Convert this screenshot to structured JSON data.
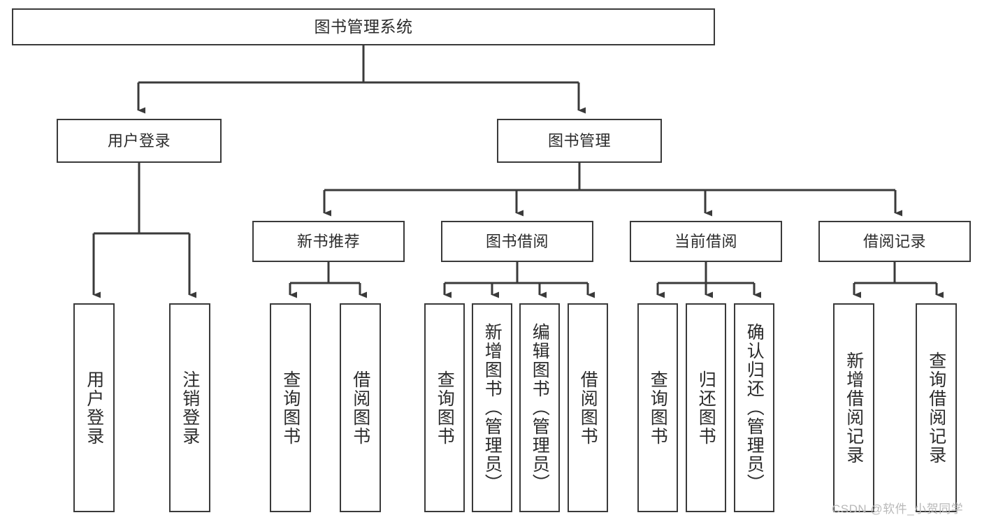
{
  "diagram": {
    "title": "图书管理系统",
    "type": "hierarchy-tree",
    "orientation": "top-down",
    "style": {
      "box_border": "#3a3a3a",
      "box_fill": "#ffffff",
      "connector": "#3a3a3a",
      "text": "#2b2b2b",
      "background": "#ffffff"
    }
  },
  "nodes": {
    "root": {
      "id": "root",
      "label": "图书管理系统",
      "level": 1
    },
    "level2": [
      {
        "id": "user-login",
        "label": "用户登录",
        "level": 2
      },
      {
        "id": "book-manage",
        "label": "图书管理",
        "level": 2
      }
    ],
    "level3": [
      {
        "id": "new-book-recommend",
        "label": "新书推荐",
        "level": 3,
        "parent": "book-manage"
      },
      {
        "id": "book-borrow",
        "label": "图书借阅",
        "level": 3,
        "parent": "book-manage"
      },
      {
        "id": "current-borrow",
        "label": "当前借阅",
        "level": 3,
        "parent": "book-manage"
      },
      {
        "id": "borrow-record",
        "label": "借阅记录",
        "level": 3,
        "parent": "book-manage"
      }
    ],
    "leaves": [
      {
        "id": "leaf-user-login",
        "label": "用户登录",
        "parent": "user-login"
      },
      {
        "id": "leaf-logout-login",
        "label": "注销登录",
        "parent": "user-login"
      },
      {
        "id": "leaf-query-book-1",
        "label": "查询图书",
        "parent": "new-book-recommend"
      },
      {
        "id": "leaf-borrow-book-1",
        "label": "借阅图书",
        "parent": "new-book-recommend"
      },
      {
        "id": "leaf-query-book-2",
        "label": "查询图书",
        "parent": "book-borrow"
      },
      {
        "id": "leaf-add-book-admin",
        "label": "新增图书（管理员）",
        "parent": "book-borrow"
      },
      {
        "id": "leaf-edit-book-admin",
        "label": "编辑图书（管理员）",
        "parent": "book-borrow"
      },
      {
        "id": "leaf-borrow-book-2",
        "label": "借阅图书",
        "parent": "book-borrow"
      },
      {
        "id": "leaf-query-book-3",
        "label": "查询图书",
        "parent": "current-borrow"
      },
      {
        "id": "leaf-return-book",
        "label": "归还图书",
        "parent": "current-borrow"
      },
      {
        "id": "leaf-confirm-return-admin",
        "label": "确认归还（管理员）",
        "parent": "current-borrow"
      },
      {
        "id": "leaf-add-borrow-record",
        "label": "新增借阅记录",
        "parent": "borrow-record"
      },
      {
        "id": "leaf-query-borrow-record",
        "label": "查询借阅记录",
        "parent": "borrow-record"
      }
    ]
  },
  "watermark": {
    "text": "CSDN @软件_小贺同学"
  }
}
